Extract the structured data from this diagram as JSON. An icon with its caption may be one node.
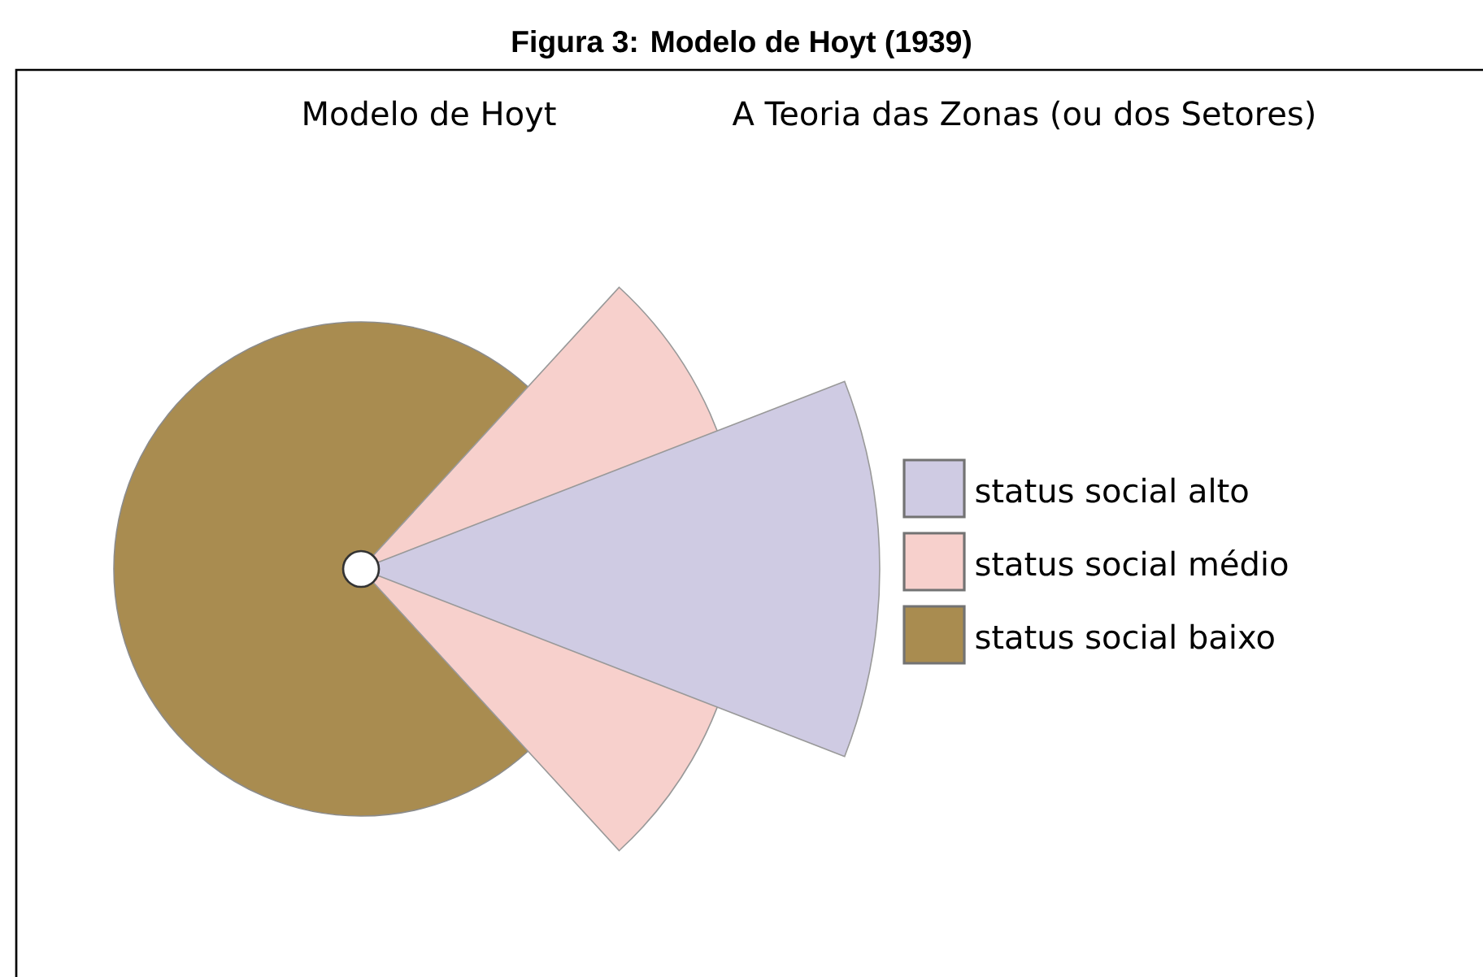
{
  "diagram": {
    "title": "Figura 3:  Modelo de Hoyt (1939)",
    "labels": [
      "Modelo de Hoyt",
      "A Teoria das Zonas (ou dos Setores)"
    ],
    "legend": [
      {
        "text": "status social alto",
        "color": "#cfcbe3"
      },
      {
        "text": "status social médio",
        "color": "#f7d0cc"
      },
      {
        "text": "status social baixo",
        "color": "#a98c50"
      }
    ]
  }
}
